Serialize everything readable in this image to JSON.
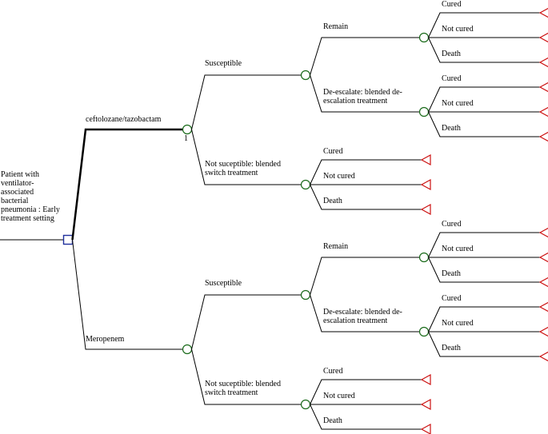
{
  "root": {
    "label_lines": [
      "Patient with",
      "ventilator-",
      "associated",
      "bacterial",
      "pneumonia : Early",
      "treatment setting"
    ]
  },
  "branches": [
    {
      "label": "ceftolozane/tazobactam",
      "node_tag": "1",
      "sub": [
        {
          "label_lines": [
            "Susceptible"
          ],
          "sub": [
            {
              "label_lines": [
                "Remain"
              ],
              "outcomes": [
                "Cured",
                "Not cured",
                "Death"
              ]
            },
            {
              "label_lines": [
                "De-escalate: blended de-",
                "escalation treatment"
              ],
              "outcomes": [
                "Cured",
                "Not cured",
                "Death"
              ]
            }
          ]
        },
        {
          "label_lines": [
            "Not suceptible: blended",
            "switch treatment"
          ],
          "outcomes": [
            "Cured",
            "Not cured",
            "Death"
          ]
        }
      ]
    },
    {
      "label": "Meropenem",
      "node_tag": "",
      "sub": [
        {
          "label_lines": [
            "Susceptible"
          ],
          "sub": [
            {
              "label_lines": [
                "Remain"
              ],
              "outcomes": [
                "Cured",
                "Not cured",
                "Death"
              ]
            },
            {
              "label_lines": [
                "De-escalate: blended de-",
                "escalation treatment"
              ],
              "outcomes": [
                "Cured",
                "Not cured",
                "Death"
              ]
            }
          ]
        },
        {
          "label_lines": [
            "Not suceptible: blended",
            "switch treatment"
          ],
          "outcomes": [
            "Cured",
            "Not cured",
            "Death"
          ]
        }
      ]
    }
  ],
  "colors": {
    "line": "#000000",
    "chance_node": "#1a6b1a",
    "decision_node": "#1f2f9c",
    "terminal_node": "#cc1111"
  },
  "icons": {
    "decision": "square-decision-node-icon",
    "chance": "circle-chance-node-icon",
    "terminal": "triangle-terminal-node-icon"
  }
}
